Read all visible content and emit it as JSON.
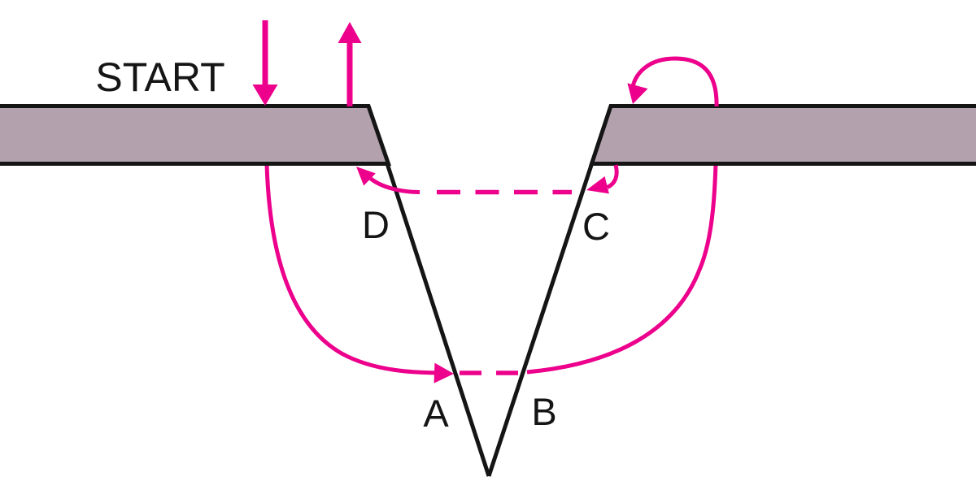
{
  "figure": {
    "start_label": "START",
    "point_labels": {
      "a": "A",
      "b": "B",
      "c": "C",
      "d": "D"
    }
  },
  "icons": {
    "entry_down_arrow": "down-arrow",
    "exit_up_arrow": "up-arrow",
    "descent_path_arrow": "right-arrow",
    "corner_d_arrow": "up-left-arrow",
    "corner_c_arrow": "left-hook-arrow",
    "overhead_loop_arrow": "loop-down-arrow"
  },
  "colors": {
    "magenta": "#EC008C",
    "slab": "#B3A2AD",
    "outline": "#151515",
    "background": "#FFFFFF"
  }
}
